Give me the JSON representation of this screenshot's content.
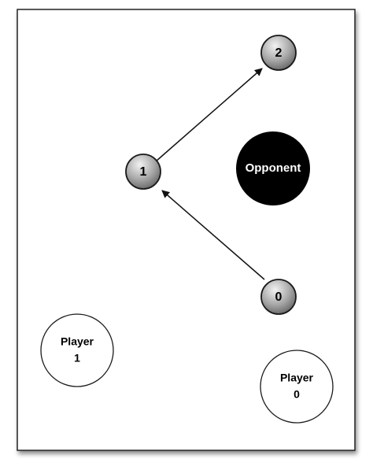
{
  "diagram": {
    "nodes": [
      {
        "id": "pos0",
        "label": "0",
        "kind": "ball-position"
      },
      {
        "id": "pos1",
        "label": "1",
        "kind": "ball-position"
      },
      {
        "id": "pos2",
        "label": "2",
        "kind": "ball-position"
      },
      {
        "id": "opponent",
        "label": "Opponent",
        "kind": "opponent"
      },
      {
        "id": "player1",
        "label_line1": "Player",
        "label_line2": "1",
        "kind": "player"
      },
      {
        "id": "player0",
        "label_line1": "Player",
        "label_line2": "0",
        "kind": "player"
      }
    ],
    "arrows": [
      {
        "from": "pos0",
        "to": "pos1"
      },
      {
        "from": "pos1",
        "to": "pos2"
      }
    ],
    "colors": {
      "background": "#ffffff",
      "frame_border": "#222222",
      "opponent_fill": "#000000",
      "opponent_text": "#ffffff",
      "player_fill": "#ffffff",
      "ball_gradient_light": "#f2f2f2",
      "ball_gradient_dark": "#6e6e6e",
      "stroke": "#1a1a1a"
    }
  }
}
